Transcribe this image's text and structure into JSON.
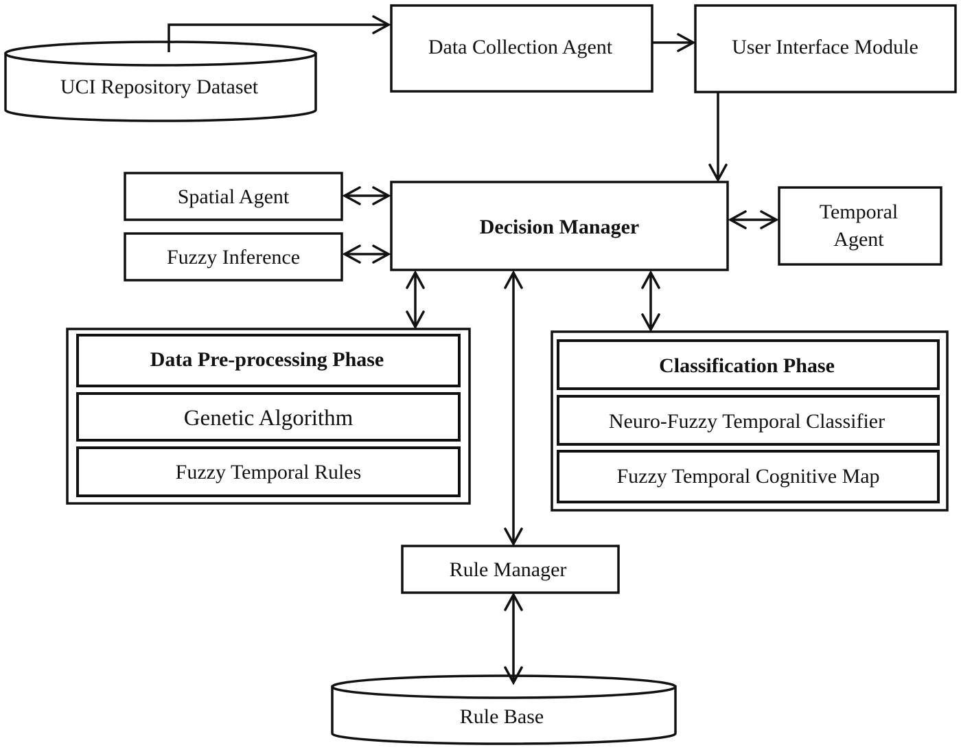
{
  "nodes": {
    "uci_dataset": "UCI Repository Dataset",
    "data_collection_agent": "Data Collection Agent",
    "user_interface_module": "User Interface Module",
    "spatial_agent": "Spatial Agent",
    "fuzzy_inference": "Fuzzy Inference",
    "decision_manager": "Decision Manager",
    "temporal_agent_line1": "Temporal",
    "temporal_agent_line2": "Agent",
    "preprocessing_phase": "Data Pre-processing Phase",
    "genetic_algorithm": "Genetic Algorithm",
    "fuzzy_temporal_rules": "Fuzzy Temporal Rules",
    "classification_phase": "Classification Phase",
    "neuro_fuzzy_classifier": "Neuro-Fuzzy Temporal Classifier",
    "fuzzy_cognitive_map": "Fuzzy Temporal Cognitive Map",
    "rule_manager": "Rule Manager",
    "rule_base": "Rule Base"
  },
  "edges": [
    {
      "from": "UCI Repository Dataset",
      "to": "Data Collection Agent",
      "direction": "one-way"
    },
    {
      "from": "Data Collection Agent",
      "to": "User Interface Module",
      "direction": "one-way"
    },
    {
      "from": "User Interface Module",
      "to": "Decision Manager",
      "direction": "one-way"
    },
    {
      "from": "Spatial Agent",
      "to": "Decision Manager",
      "direction": "two-way"
    },
    {
      "from": "Fuzzy Inference",
      "to": "Decision Manager",
      "direction": "two-way"
    },
    {
      "from": "Temporal Agent",
      "to": "Decision Manager",
      "direction": "two-way"
    },
    {
      "from": "Decision Manager",
      "to": "Data Pre-processing Phase",
      "direction": "two-way"
    },
    {
      "from": "Decision Manager",
      "to": "Rule Manager",
      "direction": "two-way"
    },
    {
      "from": "Decision Manager",
      "to": "Classification Phase",
      "direction": "two-way"
    },
    {
      "from": "Rule Manager",
      "to": "Rule Base",
      "direction": "two-way"
    }
  ]
}
